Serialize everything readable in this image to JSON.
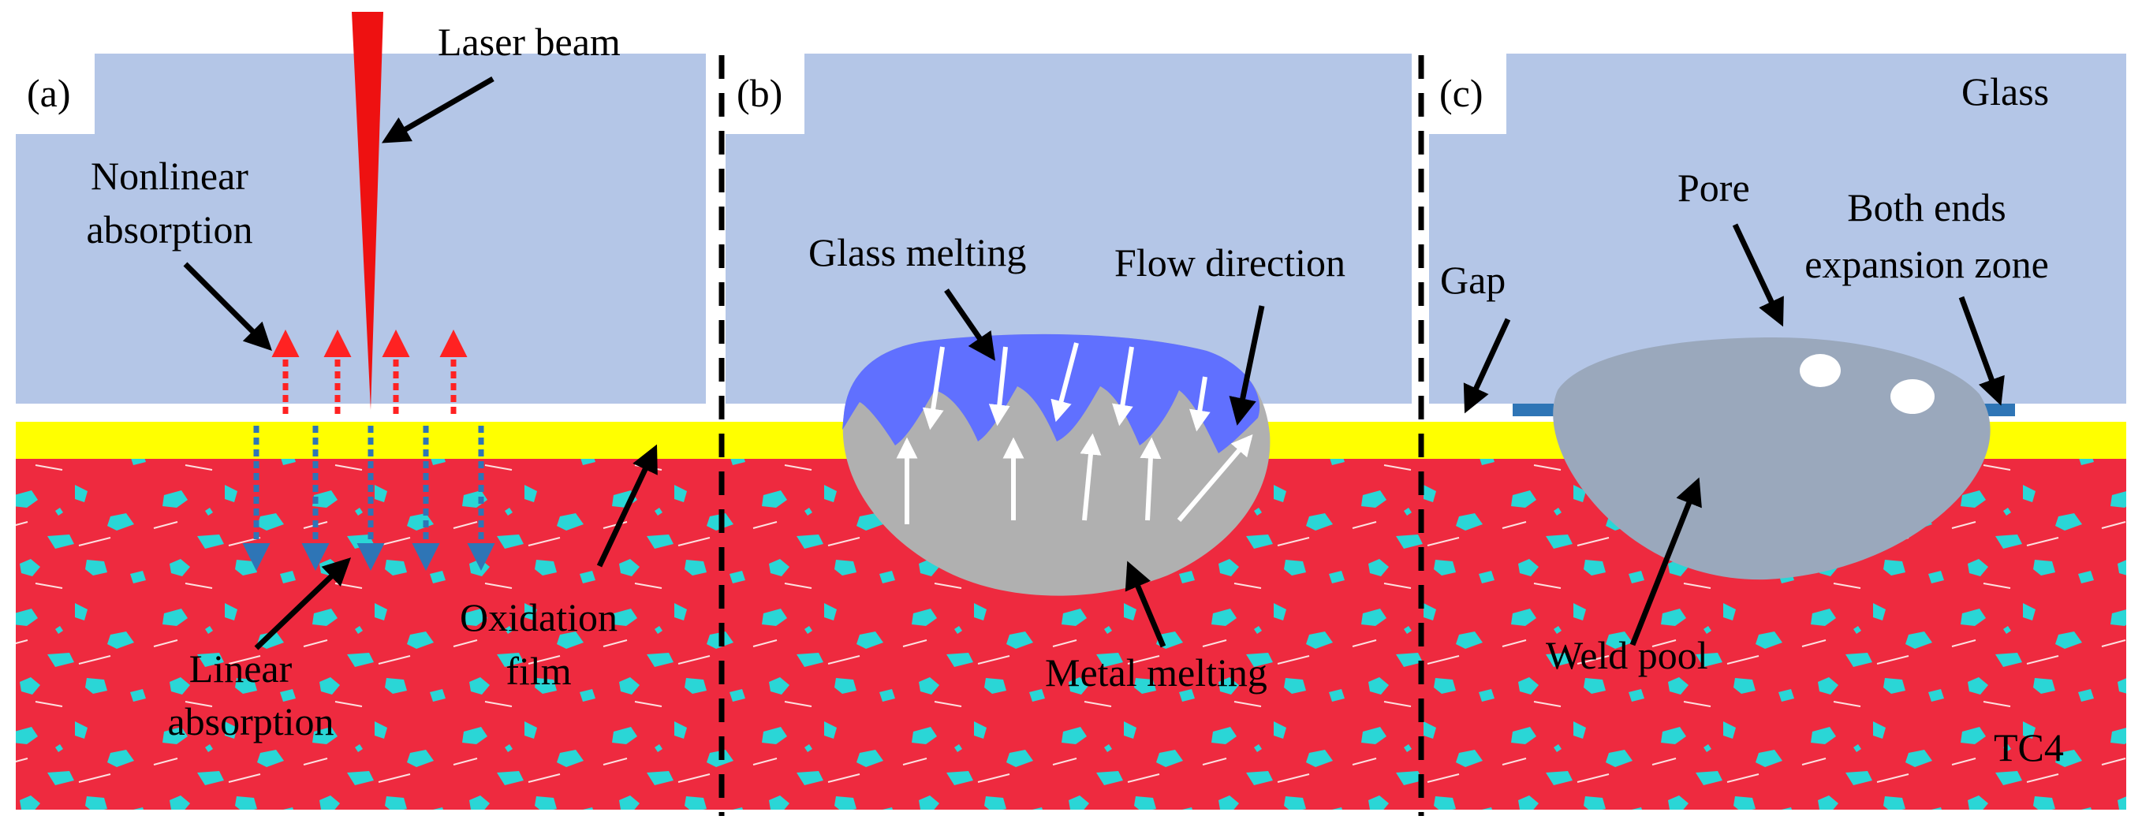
{
  "panels": {
    "a": {
      "tag": "(a)"
    },
    "b": {
      "tag": "(b)"
    },
    "c": {
      "tag": "(c)"
    }
  },
  "labels": {
    "laser_beam": "Laser beam",
    "nonlinear_1": "Nonlinear",
    "nonlinear_2": "absorption",
    "linear_1": "Linear",
    "linear_2": "absorption",
    "oxidation_1": "Oxidation",
    "oxidation_2": "film",
    "glass_melting": "Glass melting",
    "flow_direction": "Flow direction",
    "metal_melting": "Metal melting",
    "glass": "Glass",
    "pore": "Pore",
    "both_ends_1": "Both ends",
    "both_ends_2": "expansion zone",
    "gap": "Gap",
    "weld_pool": "Weld pool",
    "tc4": "TC4"
  },
  "colors": {
    "glass": "#b4c6e7",
    "oxide_film": "#ffff00",
    "metal": "#ee2a3f",
    "metal_grains": "#2ad6d6",
    "laser": "#ee1111",
    "linear_arrows": "#2e75b6",
    "nonlinear_arrows": "#ff2222",
    "molten_glass": "#6070ff",
    "molten_metal": "#b0b0b0",
    "weld_pool": "#9aa8bc",
    "expansion_zone": "#2e75b6"
  }
}
